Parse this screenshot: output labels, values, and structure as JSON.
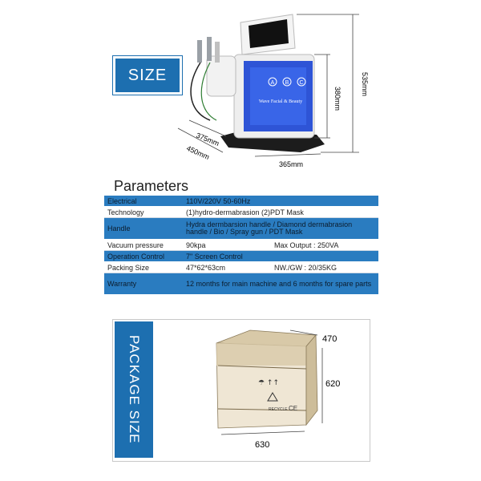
{
  "size_section": {
    "badge": "SIZE",
    "machine_brand": "Wave Facial & Beauty",
    "bottle_labels": [
      "A",
      "B",
      "C"
    ],
    "dimensions": {
      "height_total": "535mm",
      "height_body": "380mm",
      "depth_inner": "375mm",
      "depth_outer": "450mm",
      "width": "365mm"
    }
  },
  "parameters": {
    "title": "Parameters",
    "rows": [
      {
        "label": "Electrical",
        "value": "110V/220V 50-60Hz",
        "value2": "",
        "style": "blue"
      },
      {
        "label": "Technology",
        "value": "(1)hydro-dermabrasion  (2)PDT Mask",
        "value2": "",
        "style": "white"
      },
      {
        "label": "Handle",
        "value": "Hydra dermbarsion handle / Diamond dermabrasion handle / Bio / Spray gun / PDT Mask",
        "value2": "",
        "style": "blue"
      },
      {
        "label": "Vacuum pressure",
        "value": "90kpa",
        "value2": "Max Output : 250VA",
        "style": "white"
      },
      {
        "label": "Operation Control",
        "value": "7\"  Screen Control",
        "value2": "",
        "style": "blue"
      },
      {
        "label": "Packing Size",
        "value": "47*62*63cm",
        "value2": "NW./GW : 20/35KG",
        "style": "white"
      },
      {
        "label": "Warranty",
        "value": "12 months for main  machine  and 6 months for spare parts",
        "value2": "",
        "style": "blue"
      }
    ]
  },
  "package_section": {
    "badge": "PACKAGE SIZE",
    "dimensions": {
      "depth": "470",
      "height": "620",
      "width": "630"
    },
    "box_markings": {
      "recycle": "RECYCLE",
      "ce": "CE"
    }
  },
  "colors": {
    "accent_blue": "#2a7cc0",
    "badge_blue": "#1d6fb0",
    "wood": "#d8c9a8"
  }
}
